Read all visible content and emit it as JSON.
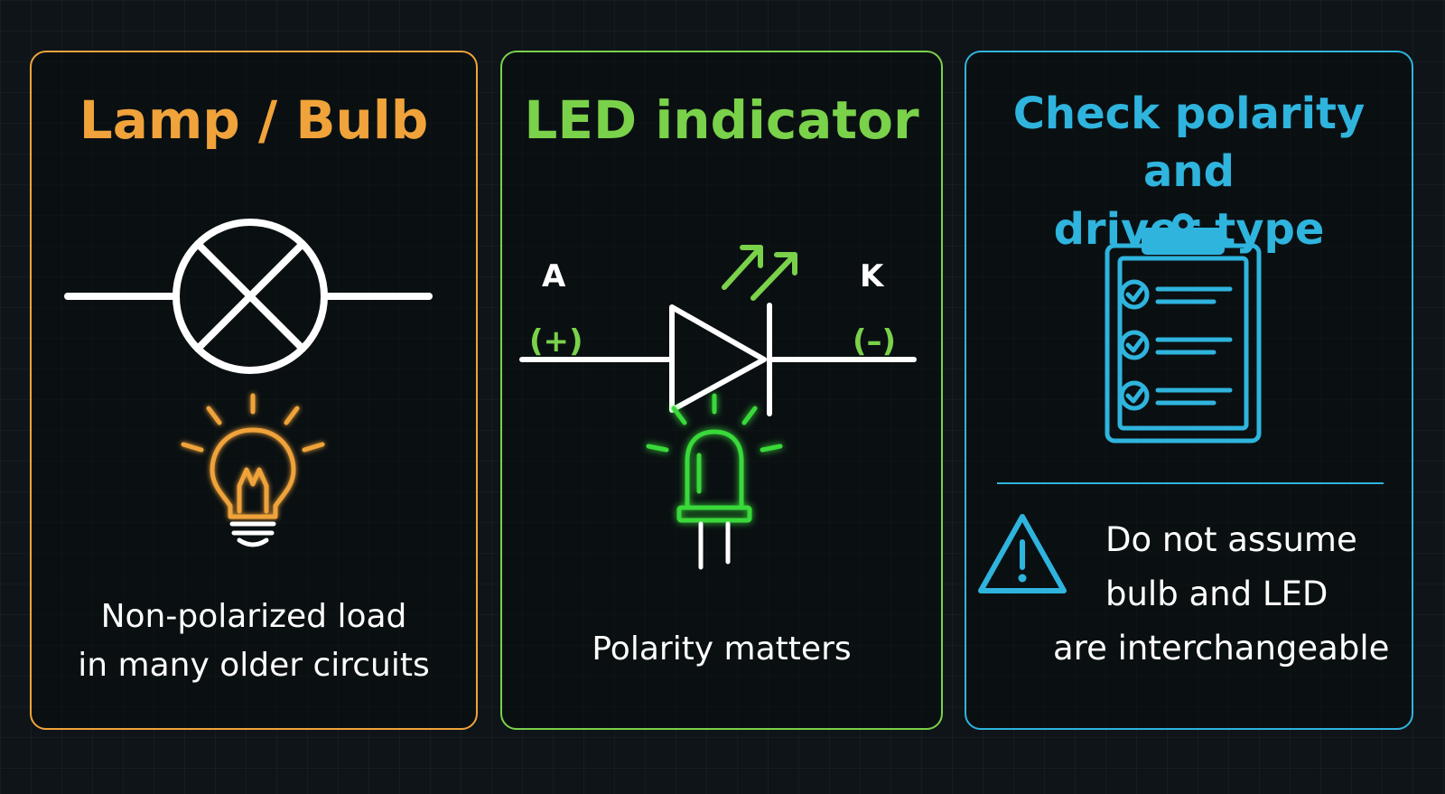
{
  "colors": {
    "background": "#0f1418",
    "lamp_accent": "#f0a33a",
    "led_accent": "#7ad14a",
    "led_glow": "#39d93a",
    "check_accent": "#2fb4de",
    "stroke_white": "#ffffff"
  },
  "panels": {
    "lamp": {
      "title": "Lamp / Bulb",
      "symbol_icon": "lamp-symbol-icon",
      "illustration_icon": "lightbulb-icon",
      "caption": [
        "Non-polarized load",
        "in many older circuits"
      ]
    },
    "led": {
      "title": "LED indicator",
      "symbol_icon": "led-diode-symbol-icon",
      "illustration_icon": "led-component-icon",
      "anode_label": "A",
      "anode_sign": "(+)",
      "cathode_label": "K",
      "cathode_sign": "(–)",
      "caption": [
        "Polarity matters"
      ]
    },
    "check": {
      "title": [
        "Check polarity and",
        "driver type"
      ],
      "illustration_icon": "clipboard-checklist-icon",
      "warning_icon": "warning-triangle-icon",
      "warning": [
        "Do not assume",
        "bulb and LED",
        "are interchangeable"
      ]
    }
  }
}
